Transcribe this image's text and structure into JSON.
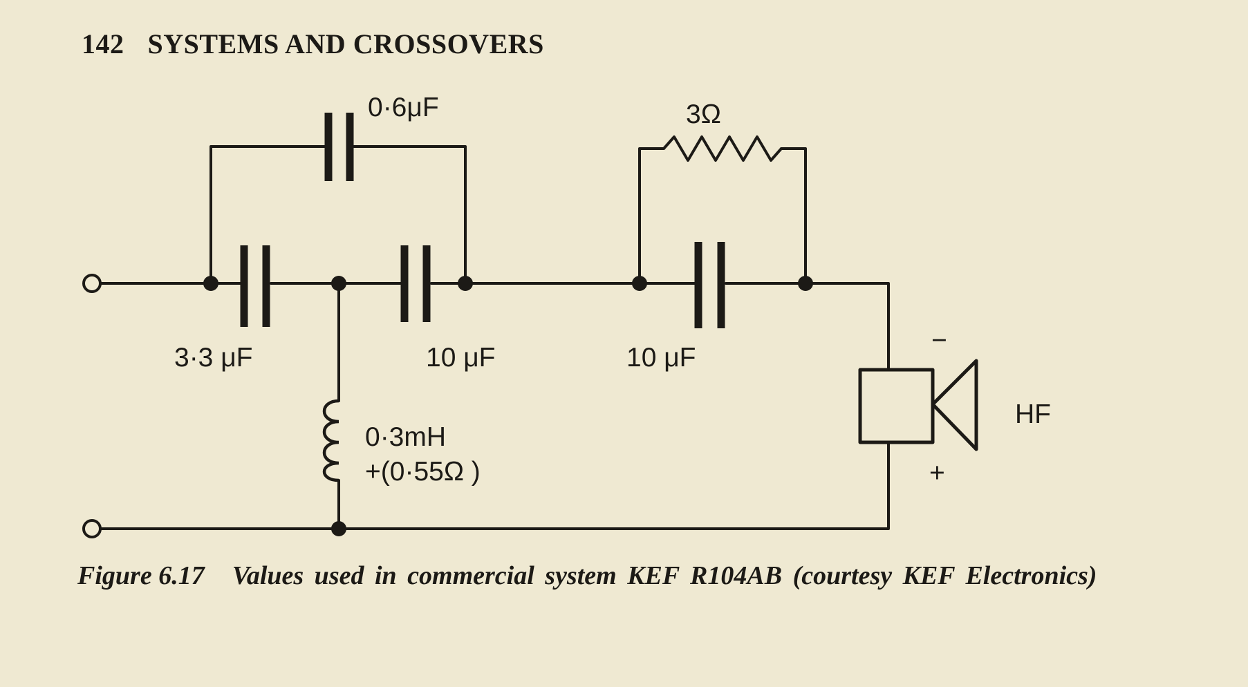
{
  "header": {
    "page_number": "142",
    "title": "SYSTEMS AND CROSSOVERS"
  },
  "schematic": {
    "labels": {
      "c_bridge": "0·6μF",
      "r_bridge": "3Ω",
      "c1": "3·3 μF",
      "c2": "10 μF",
      "c3": "10 μF",
      "l1_value": "0·3mH",
      "l1_resistance": "+(0·55Ω )",
      "driver_minus": "−",
      "driver_plus": "+",
      "driver": "HF"
    }
  },
  "caption": {
    "figure_number": "Figure 6.17",
    "text": "Values used in commercial system KEF R104AB (courtesy KEF Electronics)"
  }
}
